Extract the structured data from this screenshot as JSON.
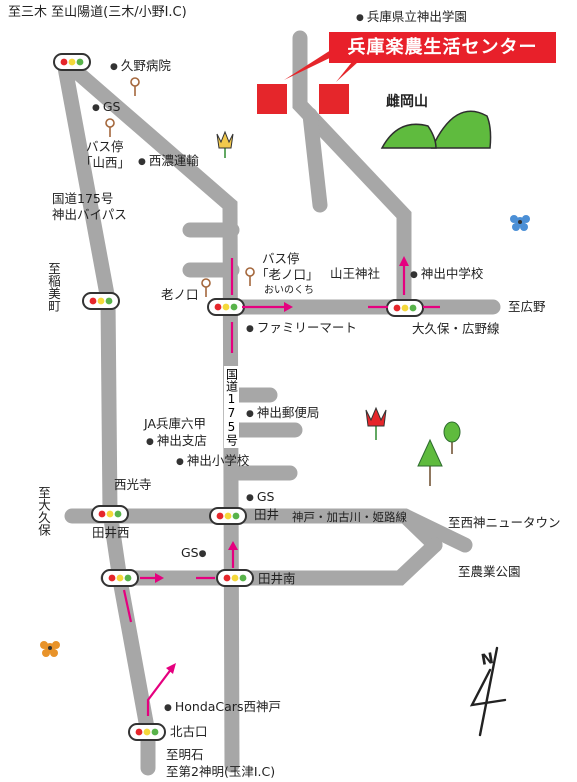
{
  "banner": {
    "title": "兵庫楽農生活センター",
    "color": "#e8202a"
  },
  "colors": {
    "road": "#a7a7a7",
    "route_arrow": "#e5007f",
    "hill": "#5fbb3e",
    "signal_red": "#e5262b"
  },
  "labels": {
    "top_left_dest": "至三木 至山陽道(三木/小野I.C)",
    "hyogo_school": "兵庫県立神出学園",
    "kuno_hospital": "久野病院",
    "gs_top": "GS",
    "bus_yamanishi_1": "バス停",
    "bus_yamanishi_2": "「山西」",
    "nishino_unyu": "西濃運輸",
    "route175_1": "国道175号",
    "route175_2": "神出バイパス",
    "mount_ogaoka": "雌岡山",
    "to_inami": "至稲美町",
    "bus_oinokuchi_1": "バス停",
    "bus_oinokuchi_2": "「老ノ口」",
    "bus_oinokuchi_reading": "おいのくち",
    "oinokuchi": "老ノ口",
    "sanno_shrine": "山王神社",
    "kande_junior_high": "神出中学校",
    "to_hirono": "至広野",
    "okubo_hirono_line": "大久保・広野線",
    "family_mart": "ファミリーマート",
    "route175_vertical": "国道175号",
    "kande_post": "神出郵便局",
    "ja_1": "JA兵庫六甲",
    "ja_2": "神出支店",
    "kande_elementary": "神出小学校",
    "saikoji": "西光寺",
    "to_okubo": "至大久保",
    "gs_mid": "GS",
    "tai": "田井",
    "kobe_kakogawa_line": "神戸・加古川・姫路線",
    "to_nishikamishin": "至西神ニュータウン",
    "tainishi": "田井西",
    "gs_low": "GS",
    "tainan": "田井南",
    "to_nogyo_park": "至農業公園",
    "honda_cars": "HondaCars西神戸",
    "kitakoguchi": "北古口",
    "bottom_dest_1": "至明石",
    "bottom_dest_2": "至第2神明(玉津I.C)",
    "compass_n": "N"
  }
}
